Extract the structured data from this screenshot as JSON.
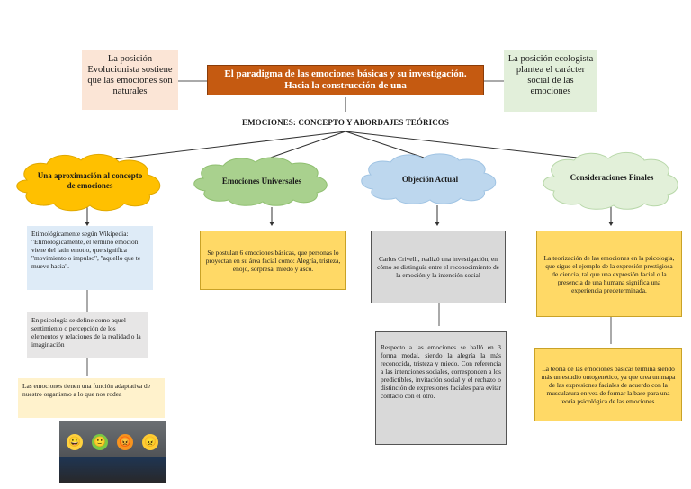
{
  "header": {
    "left_note": "La posición Evolucionista sostiene que las emociones son naturales",
    "title": "El paradigma de las emociones básicas y su investigación. Hacia la construcción de una",
    "right_note": "La posición ecologista plantea el carácter social de las emociones",
    "section_title": "EMOCIONES: CONCEPTO Y ABORDAJES TEÓRICOS"
  },
  "branches": [
    {
      "label": "Una aproximación al concepto de emociones",
      "boxes": [
        "Etimológicamente según Wikipedia: \"Etimológicamente, el término emoción viene del latín emotio, que significa \"movimiento o impulso\", \"aquello que te mueve hacia\".",
        "En psicología se define como aquel sentimiento o percepción de los elementos y relaciones de la realidad o la imaginación",
        "Las emociones tienen una función adaptativa de nuestro organismo a lo que nos rodea"
      ]
    },
    {
      "label": "Emociones Universales",
      "boxes": [
        "Se postulan 6 emociones básicas, que personas lo proyectan en su área facial como: Alegría, tristeza, enojo, sorpresa, miedo y asco."
      ]
    },
    {
      "label": "Objeción Actual",
      "boxes": [
        "Carlos Crivelli, realizó una investigación, en cómo se distinguía entre el reconocimiento de la emoción y la intención social",
        "Respecto a las emociones se halló en 3 forma modal, siendo la alegría la más reconocida, tristeza y miedo. Con referencia a las intenciones sociales, corresponden a los predictibles, invitación social y el rechazo o distinción de expresiones faciales para evitar contacto con el otro."
      ]
    },
    {
      "label": "Consideraciones Finales",
      "boxes": [
        "La teorización de las emociones en la psicología, que sigue el ejemplo de la expresión prestigiosa de ciencia, tal que una expresión facial o la presencia de una humana significa una experiencia predeterminada.",
        "La teoría de las emociones básicas termina siendo más un estudio ontogenético, ya que crea un mapa de las expresiones faciales de acuerdo con la musculatura en vez de formar la base para una teoría psicológica de las emociones."
      ]
    }
  ],
  "photo": {
    "faces": [
      "😀",
      "🙂",
      "😡",
      "😠"
    ]
  },
  "colors": {
    "title_fill": "#c55a11",
    "left_note_fill": "#fbe5d6",
    "right_note_fill": "#e2efda",
    "cloud_yellow": "#ffc000",
    "cloud_green": "#a9d18e",
    "cloud_blue": "#bdd7ee",
    "cloud_pale": "#e2f0d9",
    "box_blue": "#deebf7",
    "box_grey": "#e7e6e6",
    "box_cream": "#fff2cc",
    "box_orange": "#ffd966",
    "box_dark_grey": "#d9d9d9"
  }
}
